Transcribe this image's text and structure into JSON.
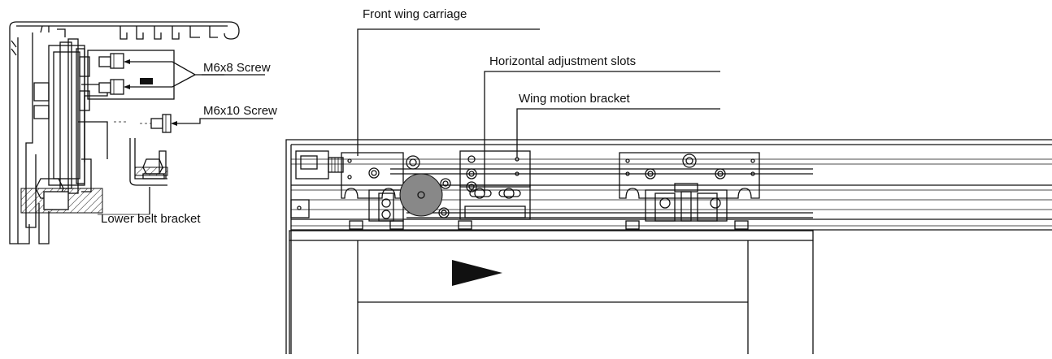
{
  "labels": {
    "m6x8_screw": "M6x8 Screw",
    "m6x10_screw": "M6x10 Screw",
    "lower_belt_bracket": "Lower belt bracket",
    "front_wing_carriage": "Front wing carriage",
    "horizontal_adjustment_slots": "Horizontal adjustment slots",
    "wing_motion_bracket": "Wing motion bracket"
  },
  "icons": {
    "direction": "arrow-right-icon"
  },
  "colors": {
    "line": "#111111",
    "pulley": "#888888",
    "background": "#ffffff"
  }
}
